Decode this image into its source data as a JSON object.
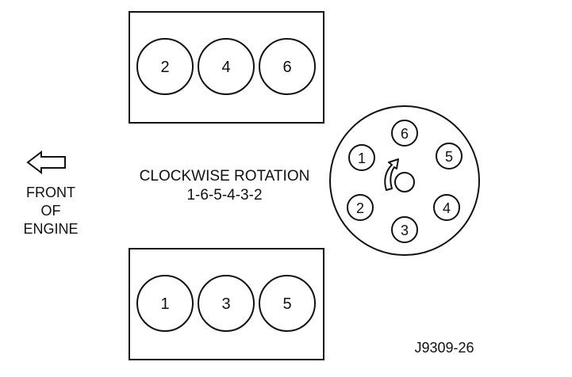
{
  "top_bank": {
    "cylinders": [
      "2",
      "4",
      "6"
    ]
  },
  "bottom_bank": {
    "cylinders": [
      "1",
      "3",
      "5"
    ]
  },
  "front_label": {
    "lines": [
      "FRONT",
      "OF",
      "ENGINE"
    ]
  },
  "rotation_label": {
    "title": "CLOCKWISE ROTATION",
    "order": "1-6-5-4-3-2"
  },
  "distributor": {
    "terminals": [
      "6",
      "5",
      "4",
      "3",
      "2",
      "1"
    ]
  },
  "figure_id": "J9309-26"
}
